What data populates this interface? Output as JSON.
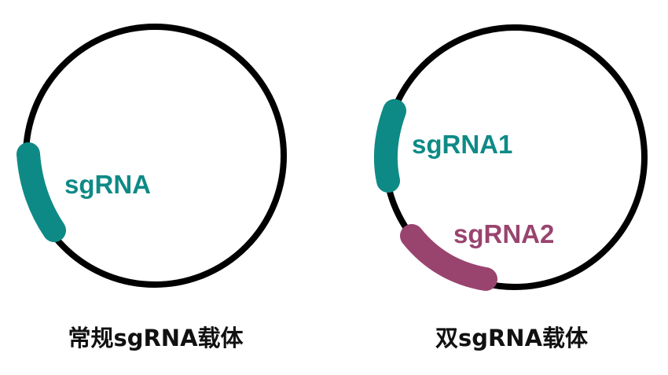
{
  "colors": {
    "outline": "#000000",
    "teal": "#0e8a86",
    "plum": "#99446f",
    "caption": "#111111"
  },
  "left_vector": {
    "insert_label": "sgRNA",
    "caption": "常规sgRNA载体"
  },
  "right_vector": {
    "insert1_label": "sgRNA1",
    "insert2_label": "sgRNA2",
    "caption": "双sgRNA载体"
  }
}
